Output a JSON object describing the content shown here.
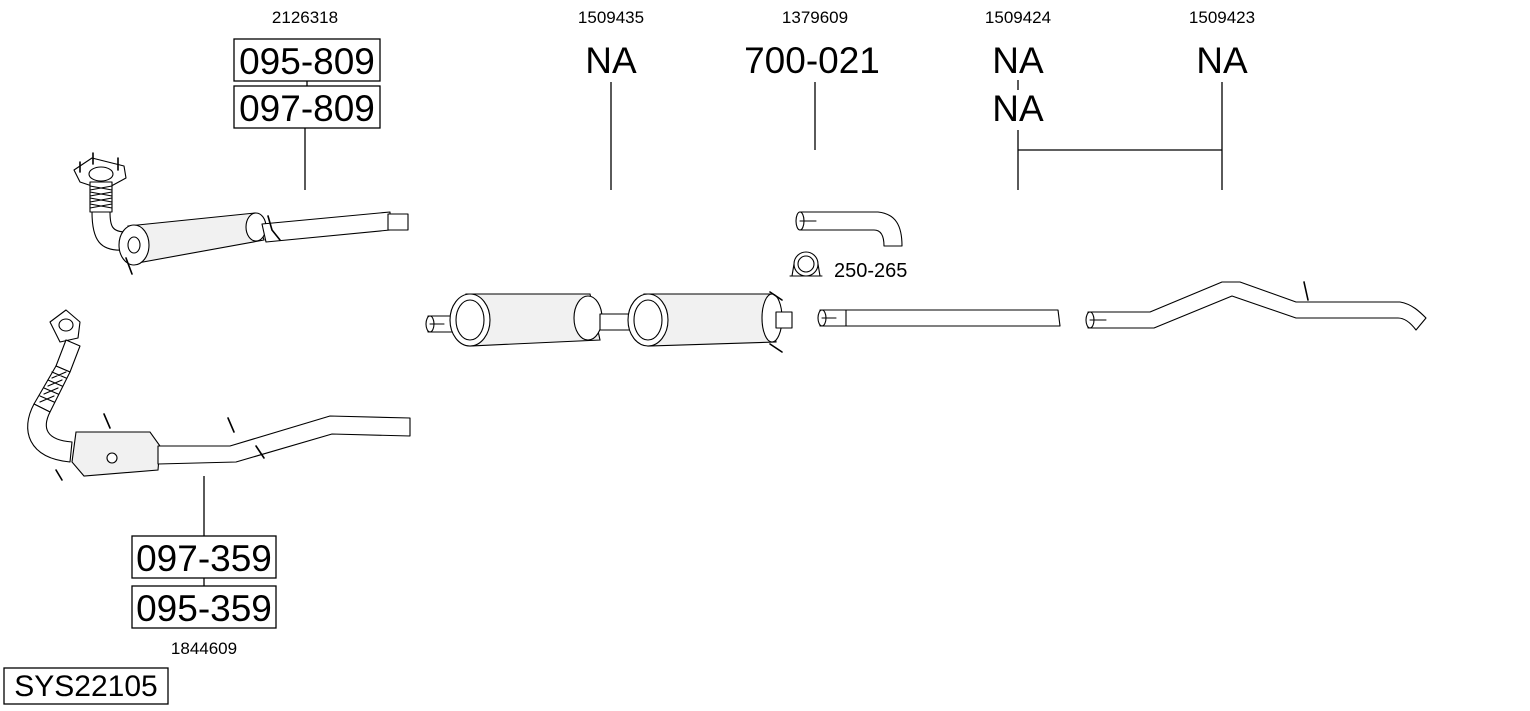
{
  "diagram": {
    "system_code": "SYS22105",
    "groups": [
      {
        "id": "front-pipe-a",
        "article": "2126318",
        "refs": [
          "095-809",
          "097-809"
        ]
      },
      {
        "id": "catalyst",
        "article": "1844609",
        "refs": [
          "097-359",
          "095-359"
        ]
      },
      {
        "id": "middle-silencer",
        "article": "1509435",
        "refs": [
          "NA"
        ]
      },
      {
        "id": "connector-pipe",
        "article": "1379609",
        "refs": [
          "700-021"
        ]
      },
      {
        "id": "middle-pipe",
        "article": "1509424",
        "refs": [
          "NA",
          "NA"
        ]
      },
      {
        "id": "tail-pipe",
        "article": "1509423",
        "refs": [
          "NA"
        ]
      }
    ],
    "clamp": {
      "ref": "250-265",
      "icon": "pipe-clamp-icon"
    }
  }
}
